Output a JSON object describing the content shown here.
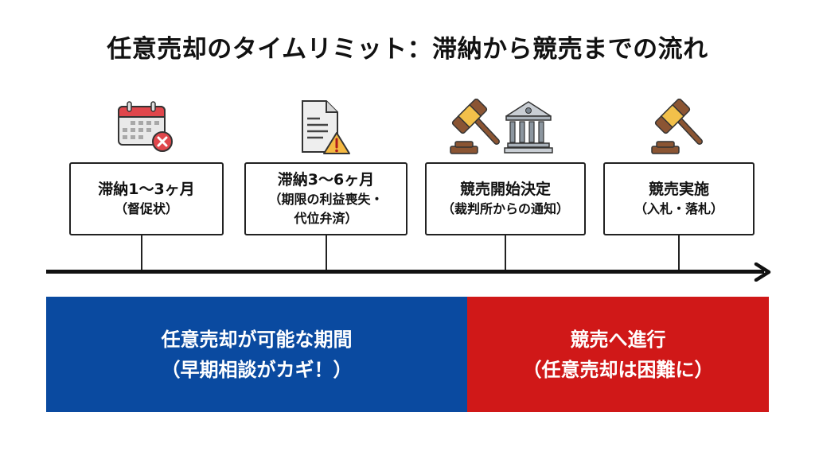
{
  "title": "任意売却のタイムリミット：滞納から競売までの流れ",
  "colors": {
    "safe_period": "#0a4aa0",
    "auction_period": "#d01818",
    "line": "#111111"
  },
  "steps": [
    {
      "icon": "calendar-cancel-icon",
      "line1": "滞納1〜3ヶ月",
      "line2": "（督促状）",
      "line3": ""
    },
    {
      "icon": "document-warning-icon",
      "line1": "滞納3〜6ヶ月",
      "line2": "（期限の利益喪失・",
      "line3": "代位弁済）"
    },
    {
      "icon": "gavel-courthouse-icon",
      "line1": "競売開始決定",
      "line2": "（裁判所からの通知）",
      "line3": ""
    },
    {
      "icon": "gavel-icon",
      "line1": "競売実施",
      "line2": "（入札・落札）",
      "line3": ""
    }
  ],
  "periods": [
    {
      "label": "任意売却が可能な期間",
      "sublabel": "（早期相談がカギ！）"
    },
    {
      "label": "競売へ進行",
      "sublabel": "（任意売却は困難に）"
    }
  ]
}
